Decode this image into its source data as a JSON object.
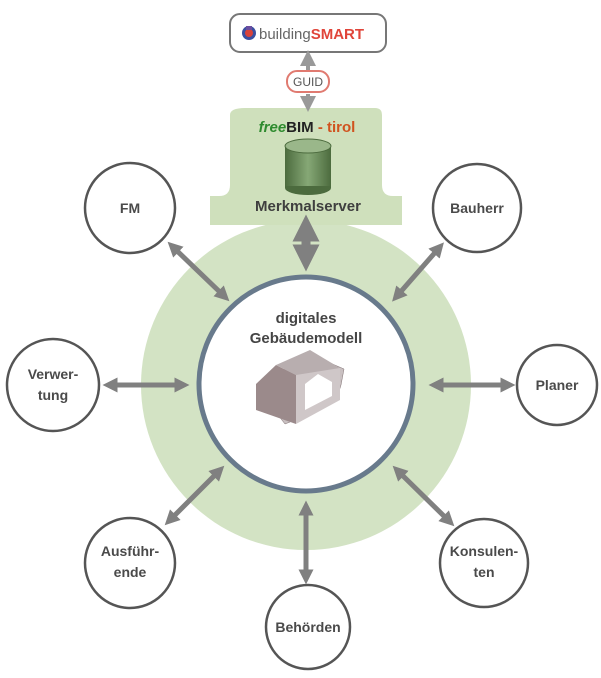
{
  "top": {
    "logo_text_plain": "building",
    "logo_text_accent": "SMART",
    "guid_label": "GUID"
  },
  "server": {
    "brand_free": "free",
    "brand_bim": "BIM",
    "brand_sep": " - ",
    "brand_tirol": "tirol",
    "label": "Merkmalserver"
  },
  "center": {
    "line1": "digitales",
    "line2": "Gebäudemodell"
  },
  "nodes": {
    "fm": [
      "FM"
    ],
    "bauherr": [
      "Bauherr"
    ],
    "verwertung": [
      "Verwer-",
      "tung"
    ],
    "planer": [
      "Planer"
    ],
    "ausfuehrende": [
      "Ausführ-",
      "ende"
    ],
    "konsulenten": [
      "Konsulen-",
      "ten"
    ],
    "behoerden": [
      "Behörden"
    ]
  },
  "colors": {
    "ring": "#d3e3c4",
    "server_box": "#cfe0bc",
    "cylinder": "#5f7f4f",
    "inner_border": "#687a8c",
    "node_border": "#555555",
    "arrow": "#808080",
    "free_green": "#2e8b2e",
    "tirol_red": "#d0531f",
    "smart_red": "#e0453a",
    "guid_border": "#e07a70",
    "house_front": "#9b8a8b",
    "house_side": "#c9c0c1"
  }
}
